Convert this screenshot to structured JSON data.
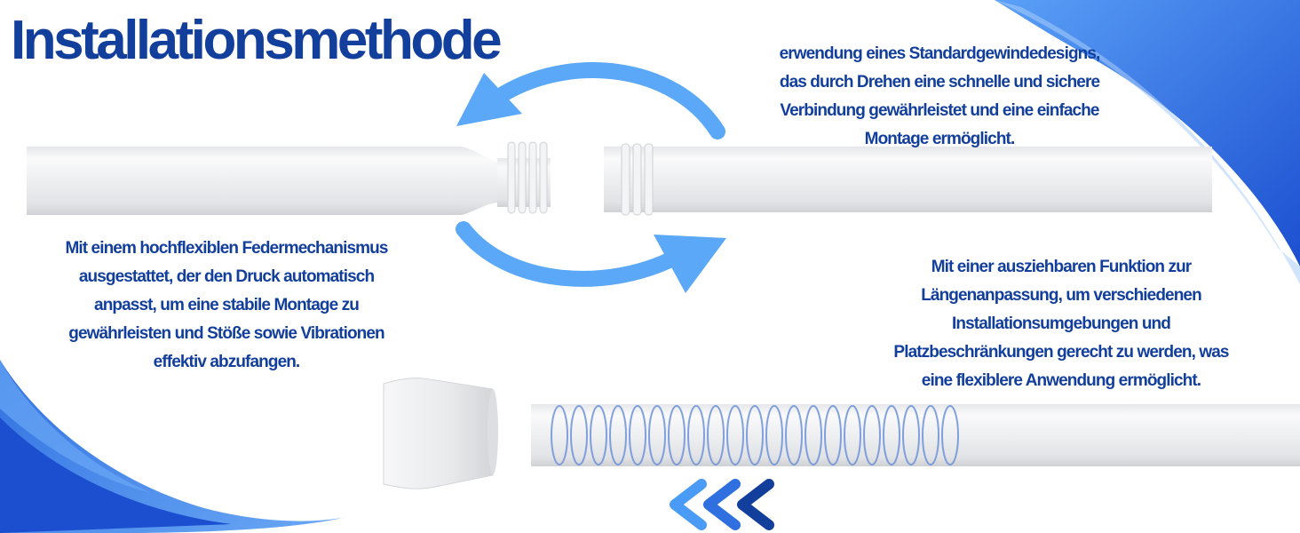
{
  "title": "Installationsmethode",
  "descriptions": {
    "thread": [
      "erwendung eines Standardgewindedesigns,",
      "das durch Drehen eine schnelle und sichere",
      "Verbindung gewährleistet und eine einfache",
      "Montage ermöglicht."
    ],
    "spring": [
      "Mit einem hochflexiblen Federmechanismus",
      "ausgestattet, der den Druck automatisch",
      "anpasst, um eine stabile Montage zu",
      "gewährleisten und Stöße sowie Vibrationen",
      "effektiv abzufangen."
    ],
    "extend": [
      "Mit einer ausziehbaren Funktion zur",
      "Längenanpassung, um verschiedenen",
      "Installationsumgebungen und",
      "Platzbeschränkungen gerecht zu werden, was",
      "eine flexiblere Anwendung ermöglicht."
    ]
  },
  "colors": {
    "title": "#123e9c",
    "accent_blue": "#2f6fe0",
    "arrow_blue": "#5aa8f7",
    "chevron_light": "#4a9bf5",
    "chevron_mid": "#2f6fe0",
    "chevron_dark": "#123e9c"
  },
  "icons": {
    "arrow_top": "curved-arrow-left-icon",
    "arrow_bottom": "curved-arrow-right-icon",
    "chevrons": "triple-chevron-left-icon"
  }
}
